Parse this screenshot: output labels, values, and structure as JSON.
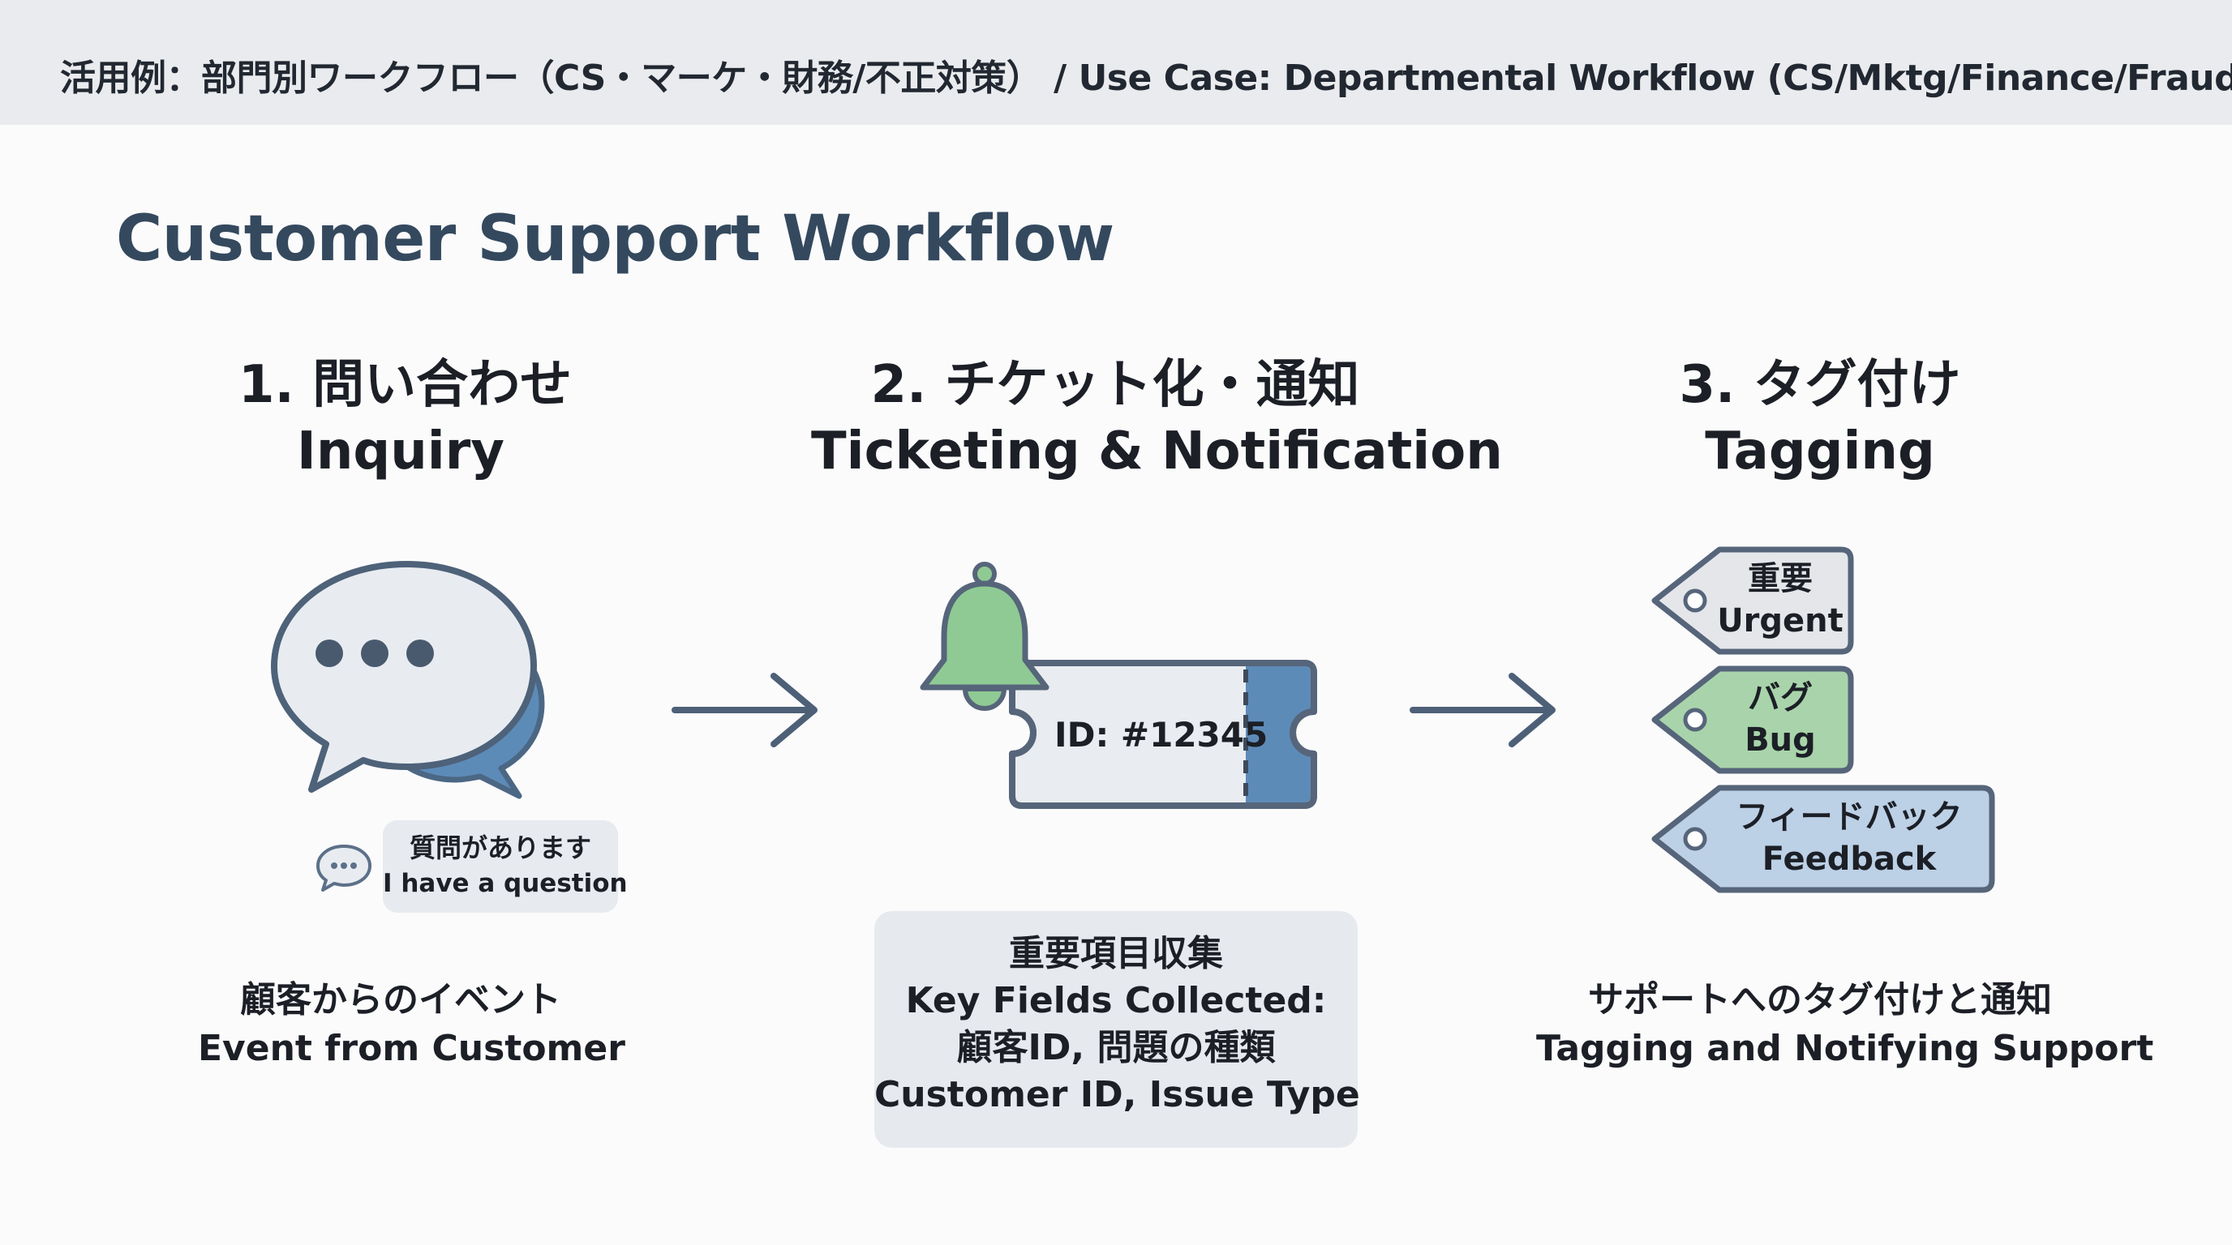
{
  "header": {
    "title": "活用例：部門別ワークフロー（CS・マーケ・財務/不正対策） / Use Case: Departmental Workflow (CS/Mktg/Finance/Fraud)"
  },
  "main_title": "Customer Support Workflow",
  "steps": [
    {
      "title_ja": "1. 問い合わせ",
      "title_en": "Inquiry",
      "caption_ja": "顧客からのイベント",
      "caption_en": "Event from Customer",
      "bubble_ja": "質問があります",
      "bubble_en": "I have a question"
    },
    {
      "title_ja": "2. チケット化・通知",
      "title_en": "Ticketing & Notification",
      "ticket_id": "ID: #12345",
      "key_fields": [
        "重要項目収集",
        "Key Fields Collected:",
        "顧客ID, 問題の種類",
        "Customer ID, Issue Type"
      ]
    },
    {
      "title_ja": "3. タグ付け",
      "title_en": "Tagging",
      "caption_ja": "サポートへのタグ付けと通知",
      "caption_en": "Tagging and Notifying Support",
      "tags": [
        {
          "ja": "重要",
          "en": "Urgent",
          "color": "#e4e6ea"
        },
        {
          "ja": "バグ",
          "en": "Bug",
          "color": "#a9d4ab"
        },
        {
          "ja": "フィードバック",
          "en": "Feedback",
          "color": "#bcd0e6"
        }
      ]
    }
  ],
  "colors": {
    "accent_blue": "#5d8bb8",
    "accent_green": "#8fca94",
    "outline": "#56657a",
    "arrow": "#4d6077"
  },
  "icons": [
    "speech-bubbles-icon",
    "small-chat-icon",
    "bell-icon",
    "ticket-icon",
    "arrow-right-icon",
    "tag-icon"
  ]
}
